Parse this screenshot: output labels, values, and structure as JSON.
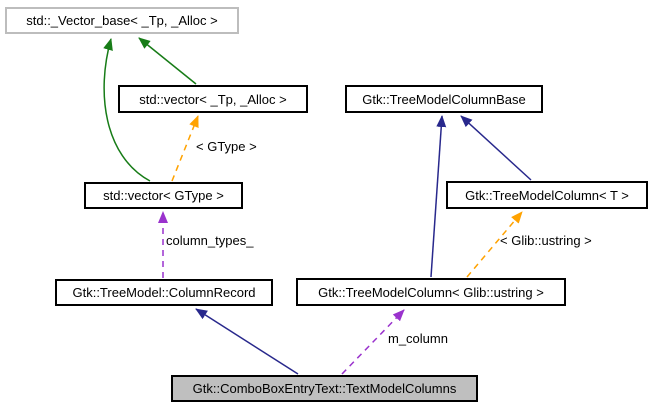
{
  "diagram": {
    "nodes": [
      {
        "id": "std-vector-base",
        "label": "std::_Vector_base< _Tp, _Alloc >"
      },
      {
        "id": "std-vector-tp-alloc",
        "label": "std::vector< _Tp, _Alloc >"
      },
      {
        "id": "gtk-treemodelcolumnbase",
        "label": "Gtk::TreeModelColumnBase"
      },
      {
        "id": "std-vector-gtype",
        "label": "std::vector< GType >"
      },
      {
        "id": "gtk-treemodelcolumn-t",
        "label": "Gtk::TreeModelColumn< T >"
      },
      {
        "id": "gtk-treemodel-columnrecord",
        "label": "Gtk::TreeModel::ColumnRecord"
      },
      {
        "id": "gtk-treemodelcolumn-ustring",
        "label": "Gtk::TreeModelColumn< Glib::ustring >"
      },
      {
        "id": "gtk-comboboxentrytext-textmodelcolumns",
        "label": "Gtk::ComboBoxEntryText::TextModelColumns"
      }
    ],
    "edge_labels": [
      {
        "id": "gtype",
        "text": "< GType >"
      },
      {
        "id": "column-types",
        "text": "column_types_"
      },
      {
        "id": "glib-ustring",
        "text": "< Glib::ustring >"
      },
      {
        "id": "m-column",
        "text": "m_column"
      }
    ],
    "colors": {
      "inheritance_blue": "#28288c",
      "inheritance_green": "#177c17",
      "template_orange": "#ffa200",
      "usage_purple": "#9a32cd",
      "node_border": "#000000",
      "external_node_border": "#bdbdbd",
      "current_node_fill": "#bfbfbf"
    }
  }
}
